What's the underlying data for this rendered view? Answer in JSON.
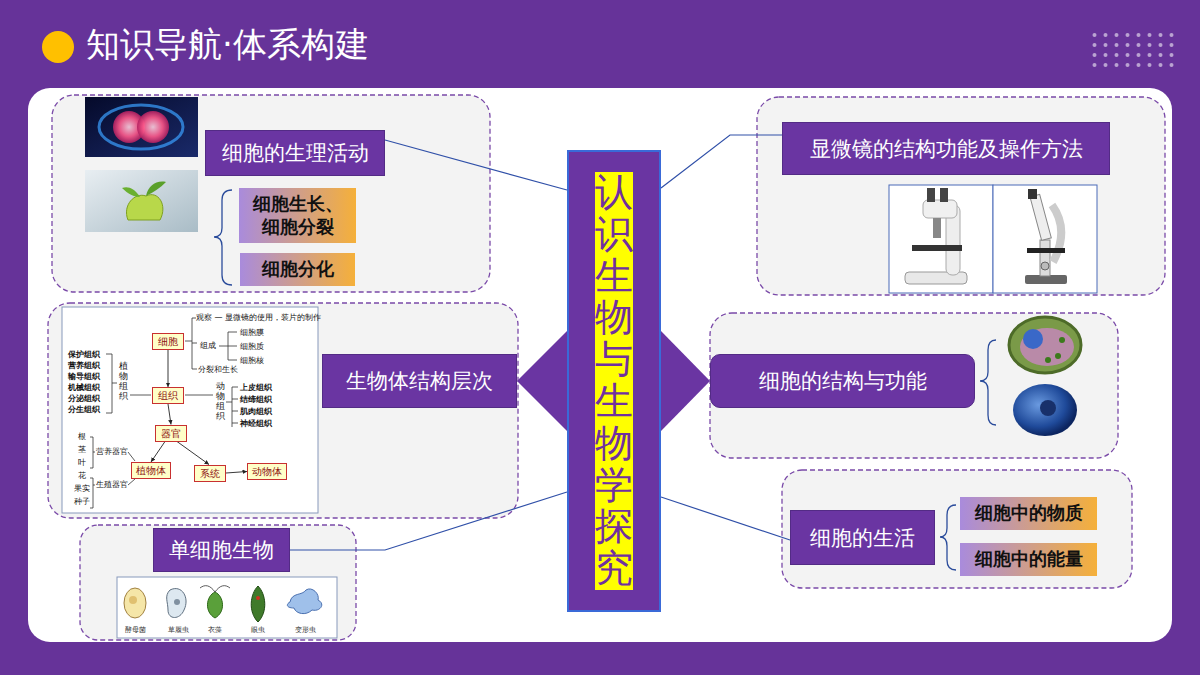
{
  "diagram": {
    "title": "知识导航·体系构建",
    "nodes": [
      {
        "text": [
          "认识生物与生物学探究"
        ]
      },
      {
        "text": [
          "细胞的生理活动"
        ]
      },
      {
        "text": [
          "细胞生长、 细胞分裂"
        ]
      },
      {
        "text": [
          "细胞分化"
        ]
      },
      {
        "text": [
          "生物体结构层次"
        ]
      },
      {
        "text": [
          "细胞"
        ]
      },
      {
        "text": [
          "组织"
        ]
      },
      {
        "text": [
          "器官"
        ]
      },
      {
        "text": [
          "植物体"
        ]
      },
      {
        "text": [
          "系统"
        ]
      },
      {
        "text": [
          "动物体"
        ]
      },
      {
        "text": [
          "单细胞生物"
        ]
      },
      {
        "text": [
          "显微镜的结构功能及操作方法"
        ]
      },
      {
        "text": [
          "细胞的结构与功能"
        ]
      },
      {
        "text": [
          "细胞的生活"
        ]
      },
      {
        "text": [
          "细胞中的物质"
        ]
      },
      {
        "text": [
          "细胞中的能量"
        ]
      }
    ],
    "edges": [
      {
        "from": 0,
        "to": 1,
        "arrow": "none"
      },
      {
        "from": 0,
        "to": 4,
        "arrow": "to"
      },
      {
        "from": 0,
        "to": 11,
        "arrow": "none"
      },
      {
        "from": 0,
        "to": 12,
        "arrow": "none"
      },
      {
        "from": 0,
        "to": 13,
        "arrow": "to"
      },
      {
        "from": 0,
        "to": 14,
        "arrow": "none"
      },
      {
        "from": 5,
        "to": 6,
        "arrow": "to"
      },
      {
        "from": 6,
        "to": 7,
        "arrow": "to"
      },
      {
        "from": 7,
        "to": 8,
        "arrow": "to"
      },
      {
        "from": 7,
        "to": 9,
        "arrow": "to"
      },
      {
        "from": 9,
        "to": 10,
        "arrow": "to"
      }
    ],
    "labels": [
      "观察 — 显微镜的使用，装片的制作",
      "组成",
      "细胞膜",
      "细胞质",
      "细胞核",
      "分裂和生长",
      "保护组织",
      "营养组织",
      "输导组织",
      "机械组织",
      "分泌组织",
      "分生组织",
      "植物组织",
      "动物组织",
      "上皮组织",
      "结缔组织",
      "肌肉组织",
      "神经组织",
      "根",
      "茎",
      "叶",
      "花",
      "果实",
      "种子",
      "营养器官",
      "生殖器官",
      "酵母菌",
      "草履虫",
      "衣藻",
      "眼虫",
      "变形虫"
    ]
  }
}
